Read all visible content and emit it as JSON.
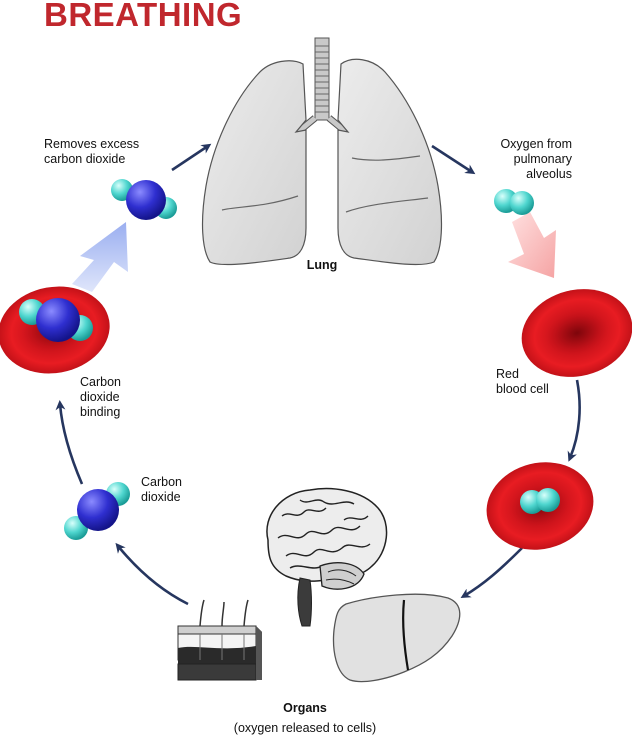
{
  "title": "BREATHING",
  "labels": {
    "removes_co2": "Removes excess\ncarbon dioxide",
    "oxygen_from": "Oxygen from\npulmonary\nalveolus",
    "lung": "Lung",
    "red_blood_cell": "Red\nblood cell",
    "co2_binding": "Carbon\ndioxide\nbinding",
    "carbon_dioxide": "Carbon\ndioxide",
    "organs": "Organs",
    "organs_note": "(oxygen released to cells)"
  },
  "colors": {
    "title": "#c0272d",
    "arrow": "#26365f",
    "rbc": "#d4141b",
    "carbon": "#3a3ad6",
    "oxygen": "#4fd6cf",
    "lung_fill": "#e1e1e1"
  }
}
